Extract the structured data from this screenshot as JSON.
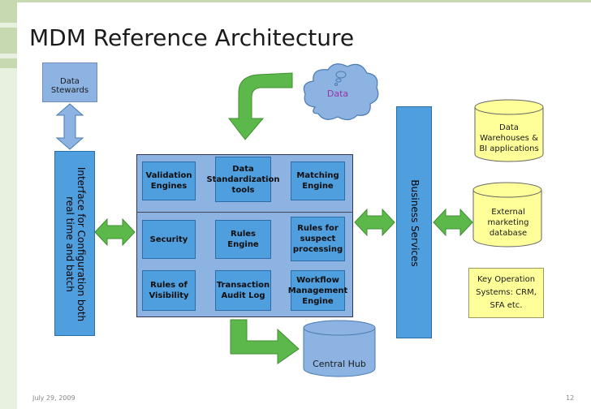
{
  "slide": {
    "title": "MDM Reference Architecture",
    "footer_date": "July 29, 2009",
    "footer_page": "12"
  },
  "nodes": {
    "data_stewards": "Data Stewards",
    "interface": "Interface for Configuration both real time and batch",
    "cloud_data": "Data",
    "business_services": "Business Services",
    "central_hub": "Central Hub",
    "data_warehouses": "Data Warehouses & BI applications",
    "external_marketing": "External marketing database",
    "key_operation": "Key Operation Systems: CRM, SFA etc."
  },
  "hub_components": [
    "Validation Engines",
    "Data Standardization tools",
    "Matching Engine",
    "Security",
    "Rules Engine",
    "Rules for suspect processing",
    "Rules of Visibility",
    "Transaction Audit Log",
    "Workflow Management Engine"
  ],
  "colors": {
    "accent_green": "#5cb84a",
    "panel_blue": "#4f9ede",
    "light_blue": "#8db3e2",
    "cylinder_yellow": "#ffff99",
    "cloud_blue": "#8db3e2"
  }
}
